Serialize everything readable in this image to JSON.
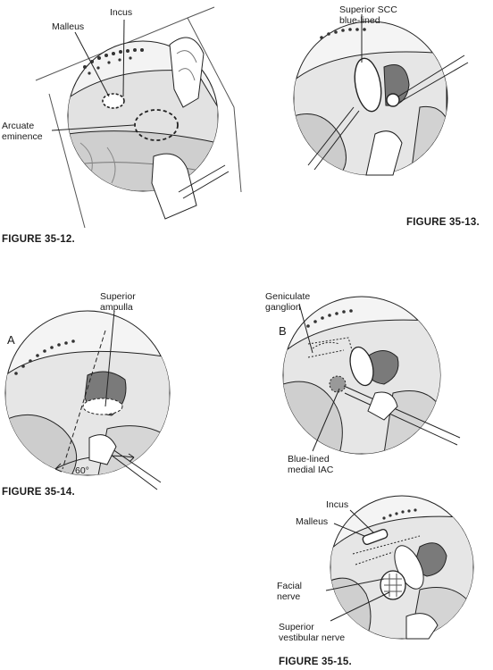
{
  "figures": [
    {
      "caption": "FIGURE 35-12.",
      "labels": {
        "malleus": "Malleus",
        "incus": "Incus",
        "arcuate_line1": "Arcuate",
        "arcuate_line2": "eminence"
      }
    },
    {
      "caption": "FIGURE 35-13.",
      "labels": {
        "scc_line1": "Superior SCC",
        "scc_line2": "blue-lined"
      }
    },
    {
      "caption": "FIGURE 35-14.",
      "panel": "A",
      "labels": {
        "ampulla_line1": "Superior",
        "ampulla_line2": "ampulla",
        "angle": "60°"
      }
    },
    {
      "panel": "B",
      "labels": {
        "geniculate_line1": "Geniculate",
        "geniculate_line2": "ganglion",
        "iac_line1": "Blue-lined",
        "iac_line2": "medial IAC"
      }
    },
    {
      "caption": "FIGURE 35-15.",
      "labels": {
        "incus": "Incus",
        "malleus": "Malleus",
        "facial_line1": "Facial",
        "facial_line2": "nerve",
        "sup_vest_line1": "Superior",
        "sup_vest_line2": "vestibular nerve"
      }
    }
  ]
}
